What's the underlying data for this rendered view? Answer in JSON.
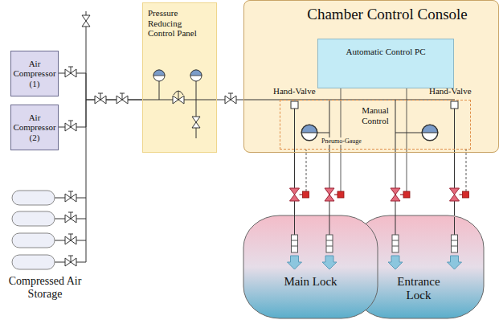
{
  "diagram": {
    "nodes": [
      {
        "text": [
          "Air Compressor (1)"
        ]
      },
      {
        "text": [
          "Air Compressor (2)"
        ]
      },
      {
        "text": [
          "Pressure Reducing Control Panel"
        ]
      },
      {
        "text": [
          "Chamber Control Console"
        ]
      },
      {
        "text": [
          "Automatic Control PC"
        ],
        "in": 3
      },
      {
        "text": [
          "Manual Control"
        ],
        "in": 3
      },
      {
        "text": [
          "Main Lock"
        ]
      },
      {
        "text": [
          "Entrance Lock"
        ]
      }
    ],
    "edges": [
      {
        "from": 0,
        "to": 2,
        "arrow": "none"
      },
      {
        "from": 1,
        "to": 2,
        "arrow": "none"
      },
      {
        "from": 2,
        "to": 3,
        "arrow": "none"
      },
      {
        "from": 3,
        "to": 6,
        "arrow": "none"
      },
      {
        "from": 3,
        "to": 7,
        "arrow": "none"
      }
    ],
    "labels": [
      "Hand-Valve",
      "Hand-Valve",
      "Pneumo-Gauge",
      "Compressed Air Storage"
    ]
  }
}
